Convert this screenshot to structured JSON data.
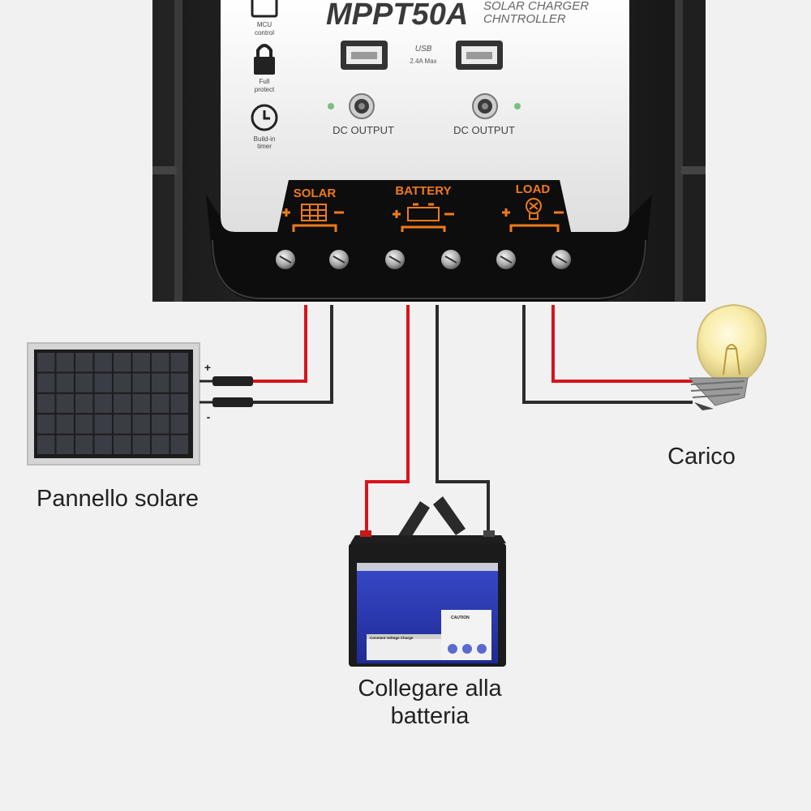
{
  "controller": {
    "model": "MPPT50A",
    "subtitle_line1": "SOLAR CHARGER",
    "subtitle_line2": "CHNTROLLER",
    "features": [
      {
        "icon": "chip-icon",
        "label": "MCU control"
      },
      {
        "icon": "lock-icon",
        "label": "Full protect"
      },
      {
        "icon": "clock-icon",
        "label": "Build-in timer"
      }
    ],
    "usb_logo": "USB",
    "usb_rating": "2.4A Max",
    "dc_output_left": "DC OUTPUT",
    "dc_output_right": "DC OUTPUT",
    "terminals": {
      "solar": "SOLAR",
      "battery": "BATTERY",
      "load": "LOAD"
    },
    "accent_color": "#f07a1a"
  },
  "labels": {
    "solar_panel": "Pannello solare",
    "load": "Carico",
    "battery_line1": "Collegare alla",
    "battery_line2": "batteria"
  },
  "panel_polarity": {
    "plus": "+",
    "minus": "-"
  },
  "battery_sticker": {
    "caution": "CAUTION",
    "charge_title": "Constant Voltage Charge"
  },
  "wire_colors": {
    "positive": "#d8141c",
    "negative": "#2c2c2c"
  }
}
